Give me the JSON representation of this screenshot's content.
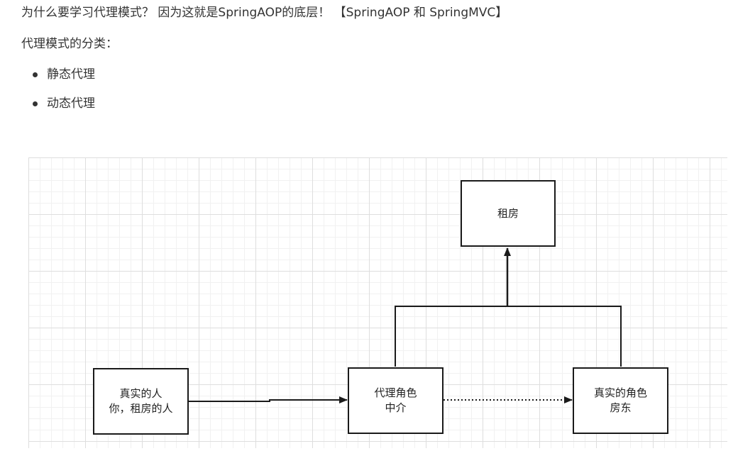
{
  "text": {
    "intro": "为什么要学习代理模式？ 因为这就是SpringAOP的底层！ 【SpringAOP 和 SpringMVC】",
    "category_title": "代理模式的分类：",
    "categories": [
      "静态代理",
      "动态代理"
    ]
  },
  "diagram": {
    "rent": {
      "label": "租房"
    },
    "client": {
      "line1": "真实的人",
      "line2": "你，租房的人"
    },
    "proxy": {
      "line1": "代理角色",
      "line2": "中介"
    },
    "real": {
      "line1": "真实的角色",
      "line2": "房东"
    }
  }
}
